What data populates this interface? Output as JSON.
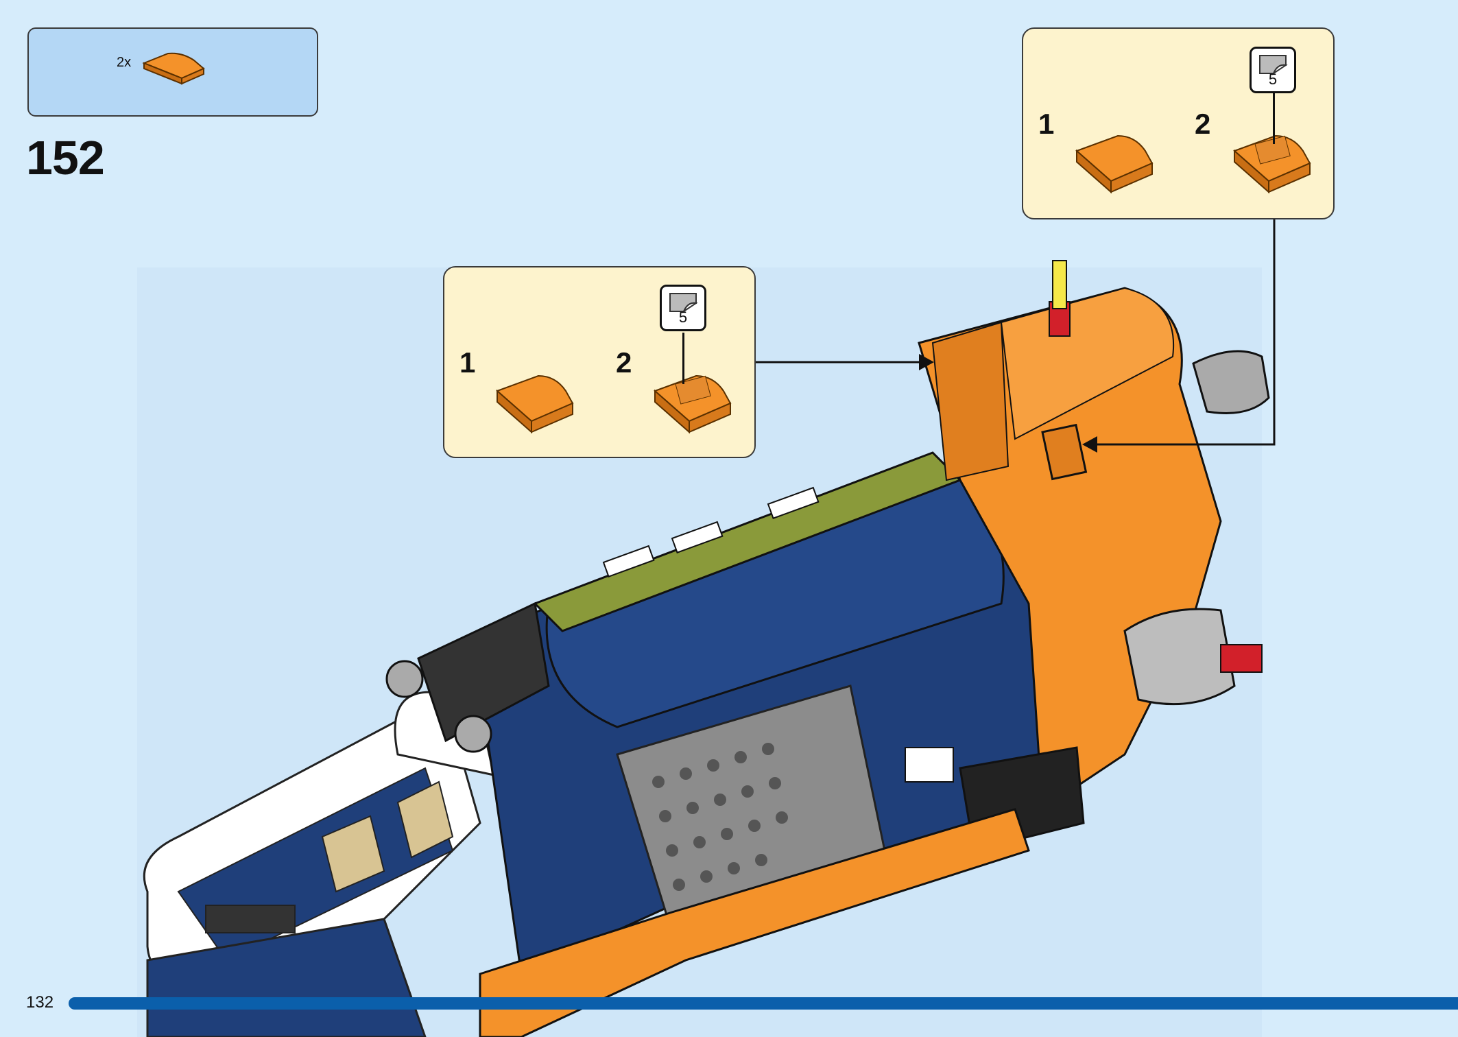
{
  "parts_list": {
    "quantity": "2x"
  },
  "step": {
    "number": "152"
  },
  "callout_left": {
    "sub_steps": [
      {
        "number": "1"
      },
      {
        "number": "2"
      }
    ],
    "sticker": {
      "number": "5"
    }
  },
  "callout_right": {
    "sub_steps": [
      {
        "number": "1"
      },
      {
        "number": "2"
      }
    ],
    "sticker": {
      "number": "5"
    }
  },
  "footer": {
    "page_number": "132",
    "bar_color": "#0b5fab"
  },
  "colors": {
    "background": "#d6ecfb",
    "parts_box": "#b4d7f5",
    "callout": "#fdf3cd",
    "brick_orange": "#f4922a",
    "brick_blue": "#1f3f7a",
    "brick_olive": "#8a9a3a",
    "brick_white": "#ffffff",
    "brick_gray": "#8c8c8c",
    "brick_black": "#222222",
    "brick_red": "#d2202a",
    "brick_yellow": "#f5e84a",
    "brick_tan": "#d8c493"
  }
}
